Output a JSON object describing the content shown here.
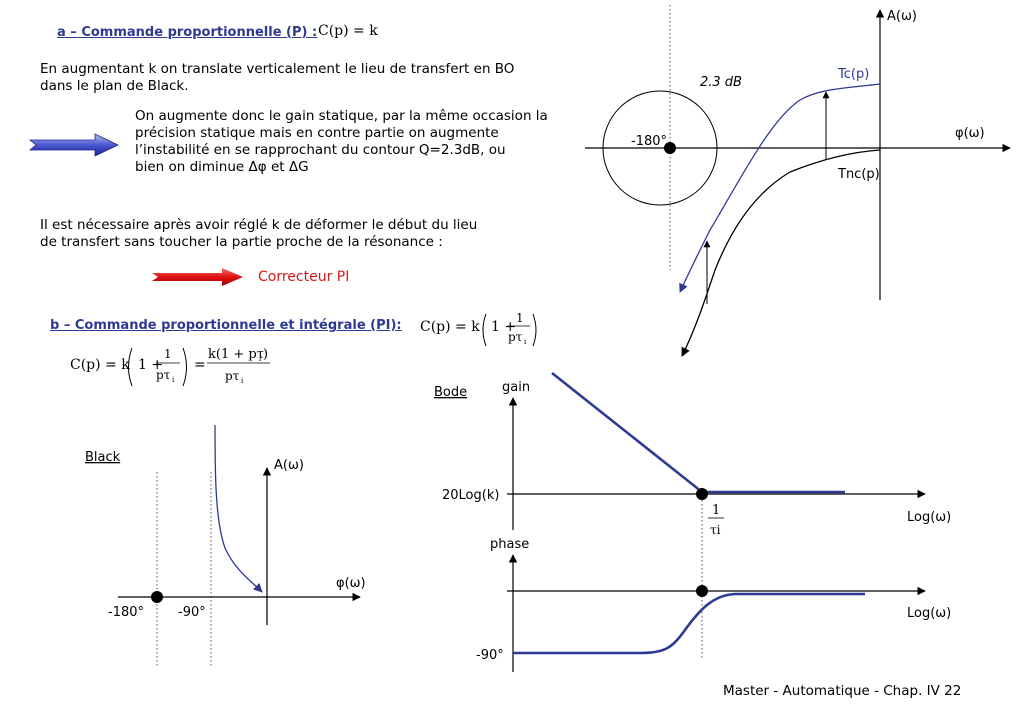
{
  "section_a": {
    "title": "a – Commande proportionnelle (P) :",
    "formula": "C(p) = k",
    "para1_line1": "En augmentant k on translate verticalement le lieu de transfert en BO",
    "para1_line2": "dans le plan de Black.",
    "para2_line1": "On augmente donc le gain statique, par la même occasion la",
    "para2_line2": "précision statique mais  en contre partie on augmente",
    "para2_line3": "l’instabilité en se rapprochant du contour Q=2.3dB, ou",
    "para2_line4": "bien on diminue Δφ et ΔG",
    "para3_line1": "Il est nécessaire après avoir réglé k de déformer le début du lieu",
    "para3_line2": "de transfert sans toucher la partie proche de la résonance :",
    "correcteur": "Correcteur PI"
  },
  "section_b": {
    "title": "b – Commande proportionnelle et intégrale (PI):",
    "formula_inline": "C(p) = k(1 + 1/(pτi))",
    "formula_full": "C(p) = k(1 + 1/(pτi)) = k(1 + pτi)/(pτi)"
  },
  "black_top": {
    "axis_y": "A(ω)",
    "axis_x": "φ(ω)",
    "point_label": "-180°",
    "circle_label": "2.3 dB",
    "curve_c": "Tc(p)",
    "curve_nc": "Tnc(p)"
  },
  "black_bottom": {
    "title": "Black",
    "axis_y": "A(ω)",
    "axis_x": "φ(ω)",
    "label_180": "-180°",
    "label_90": "-90°"
  },
  "bode": {
    "title": "Bode",
    "gain_label": "gain",
    "gain_level": "20Log(k)",
    "tau_num": "1",
    "tau_den": "τi",
    "xaxis_gain": "Log(ω)",
    "phase_label": "phase",
    "xaxis_phase": "Log(ω)",
    "phase_level": "-90°"
  },
  "footer": "Master - Automatique -  Chap. IV  22",
  "colors": {
    "accent_blue": "#2e3a92",
    "red": "#d11a1a",
    "curve_blue": "#2e3a92"
  }
}
